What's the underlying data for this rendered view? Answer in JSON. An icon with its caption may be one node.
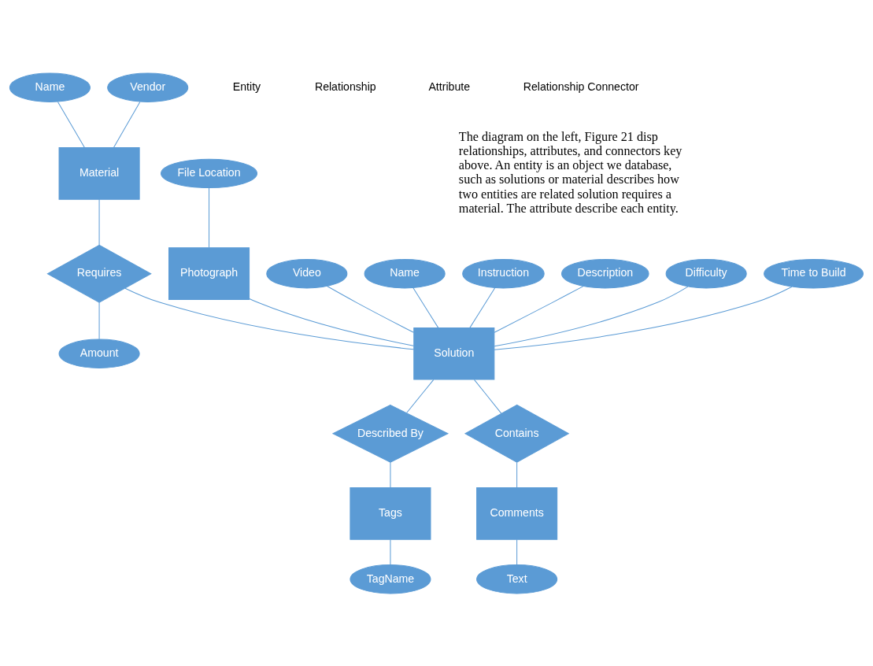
{
  "diagram": {
    "nodes": [
      {
        "text": [
          "Name"
        ]
      },
      {
        "text": [
          "Vendor"
        ]
      },
      {
        "text": [
          "Material"
        ]
      },
      {
        "text": [
          "File Location"
        ]
      },
      {
        "text": [
          "Photograph"
        ]
      },
      {
        "text": [
          "Requires"
        ]
      },
      {
        "text": [
          "Amount"
        ]
      },
      {
        "text": [
          "Video"
        ]
      },
      {
        "text": [
          "Name"
        ]
      },
      {
        "text": [
          "Solution"
        ]
      },
      {
        "text": [
          "Instruction"
        ]
      },
      {
        "text": [
          "Description"
        ]
      },
      {
        "text": [
          "Difficulty"
        ]
      },
      {
        "text": [
          "Time to Build"
        ]
      },
      {
        "text": [
          "Described By"
        ]
      },
      {
        "text": [
          "Contains"
        ]
      },
      {
        "text": [
          "Tags"
        ]
      },
      {
        "text": [
          "Comments"
        ]
      },
      {
        "text": [
          "TagName"
        ]
      },
      {
        "text": [
          "Text"
        ]
      }
    ],
    "edges": [
      {
        "from": 0,
        "to": 2,
        "arrow": "none"
      },
      {
        "from": 1,
        "to": 2,
        "arrow": "none"
      },
      {
        "from": 3,
        "to": 4,
        "arrow": "none"
      },
      {
        "from": 2,
        "to": 5,
        "arrow": "none"
      },
      {
        "from": 5,
        "to": 6,
        "arrow": "none"
      },
      {
        "from": 5,
        "to": 9,
        "arrow": "none"
      },
      {
        "from": 4,
        "to": 9,
        "arrow": "none"
      },
      {
        "from": 7,
        "to": 9,
        "arrow": "none"
      },
      {
        "from": 8,
        "to": 9,
        "arrow": "none"
      },
      {
        "from": 10,
        "to": 9,
        "arrow": "none"
      },
      {
        "from": 11,
        "to": 9,
        "arrow": "none"
      },
      {
        "from": 12,
        "to": 9,
        "arrow": "none"
      },
      {
        "from": 13,
        "to": 9,
        "arrow": "none"
      },
      {
        "from": 9,
        "to": 14,
        "arrow": "none"
      },
      {
        "from": 9,
        "to": 15,
        "arrow": "none"
      },
      {
        "from": 14,
        "to": 16,
        "arrow": "none"
      },
      {
        "from": 15,
        "to": 17,
        "arrow": "none"
      },
      {
        "from": 16,
        "to": 18,
        "arrow": "none"
      },
      {
        "from": 17,
        "to": 19,
        "arrow": "none"
      }
    ],
    "labels": [
      "The diagram on the left, Figure 21 disp relationships, attributes, and connectors key above. An entity is an object we database, such as solutions or material describes how two entities are related solution requires a material. The attribute describe each entity."
    ],
    "legend": [
      {
        "text": "Entity"
      },
      {
        "text": "Relationship"
      },
      {
        "text": "Attribute"
      },
      {
        "text": "Relationship Connector"
      }
    ]
  }
}
